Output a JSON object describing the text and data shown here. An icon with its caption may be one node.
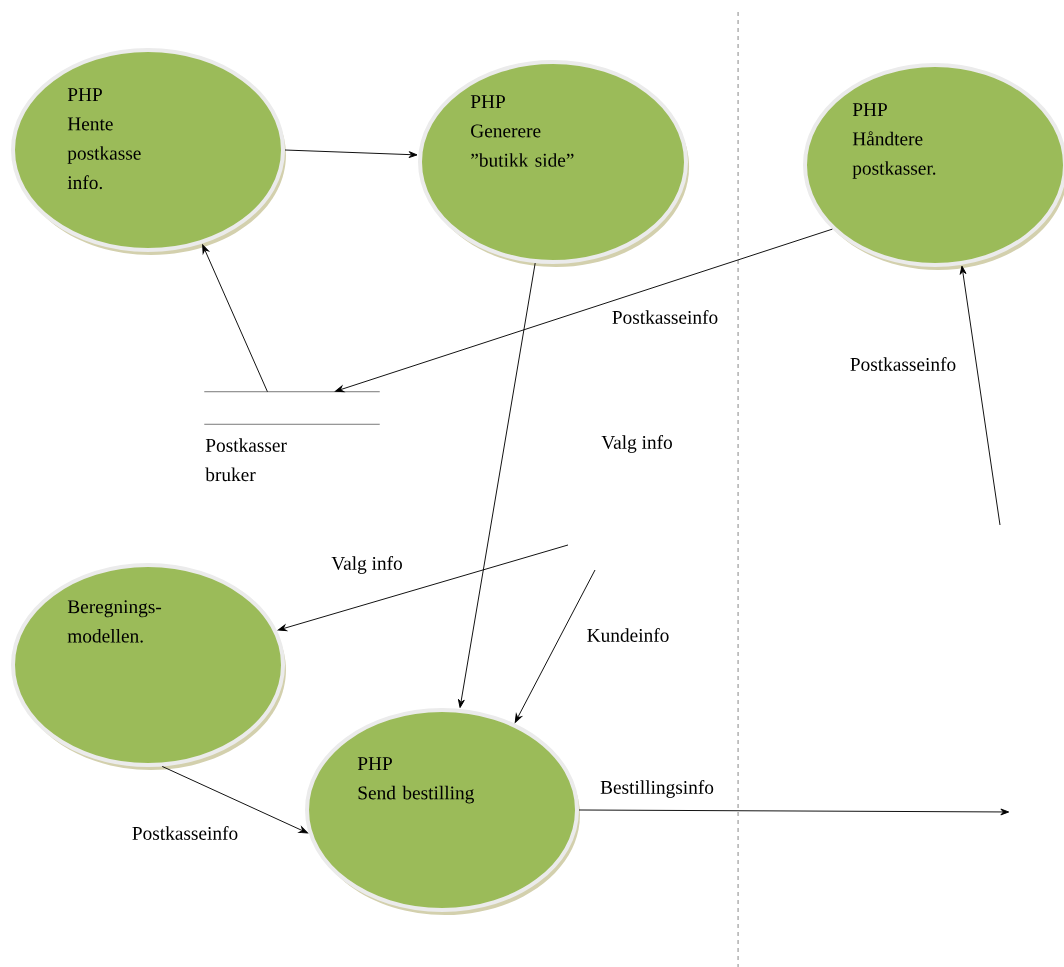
{
  "diagram": {
    "nodes": [
      {
        "text": [
          "PHP",
          "Hente postkasse info."
        ]
      },
      {
        "text": [
          "PHP",
          "Generere ”butikk side”"
        ]
      },
      {
        "text": [
          "PHP",
          "Håndtere postkasser."
        ]
      },
      {
        "text": [
          "Postkasser bruker"
        ]
      },
      {
        "text": [
          "Beregnings- modellen."
        ]
      },
      {
        "text": [
          "PHP",
          "Send bestilling"
        ]
      }
    ],
    "edges": [
      {
        "from": 0,
        "to": 1,
        "arrow": "to"
      },
      {
        "from": 3,
        "to": 0,
        "arrow": "to"
      },
      {
        "from": 2,
        "to": 3,
        "arrow": "to",
        "label": "Postkasseinfo"
      },
      {
        "from": 1,
        "to": 5,
        "arrow": "to"
      },
      {
        "from": null,
        "to": 4,
        "arrow": "to",
        "label": "Valg info"
      },
      {
        "from": null,
        "to": 5,
        "arrow": "to",
        "label": "Kundeinfo"
      },
      {
        "from": 4,
        "to": 5,
        "arrow": "to",
        "label": "Postkasseinfo"
      },
      {
        "from": null,
        "to": 2,
        "arrow": "to",
        "label": "Postkasseinfo"
      },
      {
        "from": 5,
        "to": null,
        "arrow": "to",
        "label": "Bestillingsinfo"
      }
    ],
    "labels": [
      "Valg info"
    ]
  }
}
